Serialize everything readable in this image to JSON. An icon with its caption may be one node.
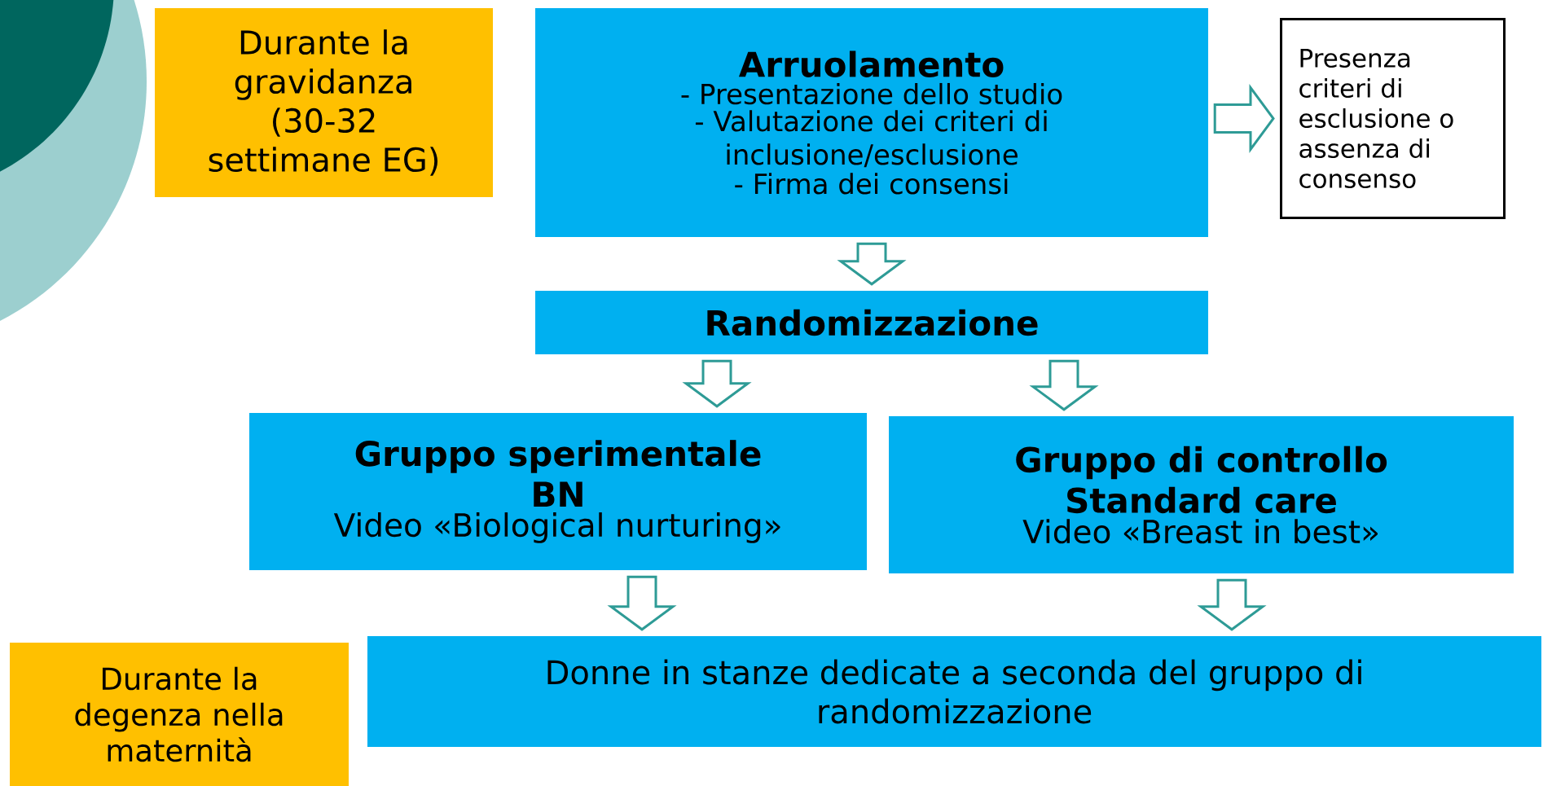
{
  "diagram": {
    "nodes": [
      {
        "text": [
          "Durante la gravidanza (30-32 settimane EG)"
        ]
      },
      {
        "text": [
          "Arruolamento",
          "- Presentazione dello studio",
          "- Valutazione dei criteri di inclusione/esclusione",
          "- Firma dei consensi"
        ]
      },
      {
        "text": [
          "Presenza criteri di esclusione o assenza di consenso"
        ]
      },
      {
        "text": [
          "Randomizzazione"
        ]
      },
      {
        "text": [
          "Gruppo sperimentale BN",
          "Video «Biological nurturing»"
        ]
      },
      {
        "text": [
          "Gruppo di controllo Standard care",
          "Video «Breast in best»"
        ]
      },
      {
        "text": [
          "Donne in stanze dedicate a seconda del gruppo di randomizzazione"
        ]
      },
      {
        "text": [
          "Durante la degenza nella maternità"
        ]
      }
    ],
    "edges": [
      {
        "from": 1,
        "to": 2,
        "arrow": "to"
      },
      {
        "from": 1,
        "to": 3,
        "arrow": "to"
      },
      {
        "from": 3,
        "to": 4,
        "arrow": "to"
      },
      {
        "from": 3,
        "to": 5,
        "arrow": "to"
      },
      {
        "from": 4,
        "to": 6,
        "arrow": "to"
      },
      {
        "from": 5,
        "to": 6,
        "arrow": "to"
      }
    ]
  }
}
